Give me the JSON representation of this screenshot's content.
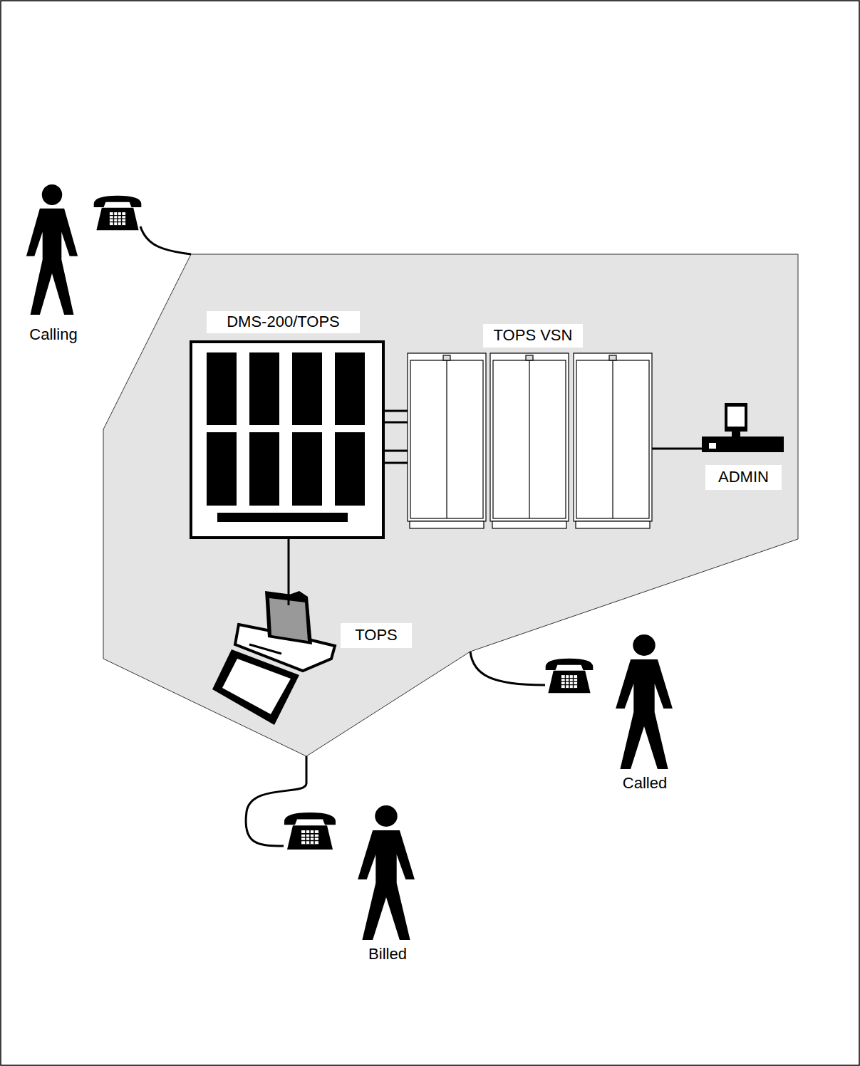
{
  "diagram": {
    "nodes": [
      {
        "text": [
          "Calling"
        ]
      },
      {
        "text": [
          "DMS-200/TOPS"
        ]
      },
      {
        "text": [
          "TOPS VSN"
        ]
      },
      {
        "text": [
          "ADMIN"
        ]
      },
      {
        "text": [
          "TOPS"
        ]
      },
      {
        "text": [
          "Called"
        ]
      },
      {
        "text": [
          "Billed"
        ]
      }
    ],
    "edges": [
      {
        "from": 1,
        "to": 2,
        "arrow": "none"
      },
      {
        "from": 2,
        "to": 3,
        "arrow": "none"
      },
      {
        "from": 1,
        "to": 4,
        "arrow": "none"
      }
    ]
  }
}
